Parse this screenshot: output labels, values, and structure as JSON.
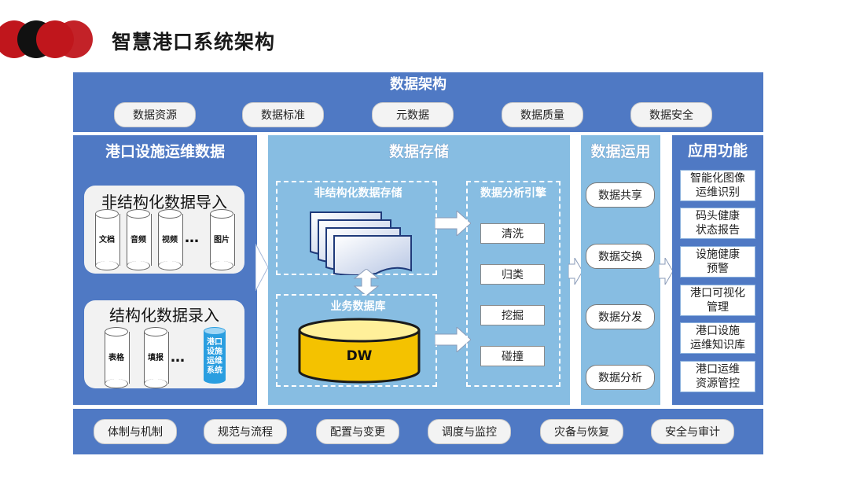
{
  "title": "智慧港口系统架构",
  "colors": {
    "primary": "#4f79c4",
    "light": "#87bde2",
    "logo_red": "#c0161c",
    "logo_black": "#111111"
  },
  "data_architecture": {
    "title": "数据架构",
    "items": [
      "数据资源",
      "数据标准",
      "元数据",
      "数据质量",
      "数据安全"
    ]
  },
  "port_facility_data": {
    "title": "港口设施运维数据",
    "unstructured": {
      "title": "非结构化数据导入",
      "items": [
        "文档",
        "音频",
        "视频",
        "图片"
      ],
      "ellipsis": "…"
    },
    "structured": {
      "title": "结构化数据录入",
      "items": [
        "表格",
        "填报"
      ],
      "ellipsis": "…",
      "highlight": "港口设施运维系统"
    }
  },
  "data_storage": {
    "title": "数据存储",
    "unstructured_store": "非结构化数据存储",
    "business_db": "业务数据库",
    "dw": "DW",
    "engine": {
      "title": "数据分析引擎",
      "items": [
        "清洗",
        "归类",
        "挖掘",
        "碰撞"
      ]
    }
  },
  "data_application": {
    "title": "数据运用",
    "items": [
      "数据共享",
      "数据交换",
      "数据分发",
      "数据分析"
    ]
  },
  "app_functions": {
    "title": "应用功能",
    "items": [
      {
        "line1": "智能化图像",
        "line2": "运维识别"
      },
      {
        "line1": "码头健康",
        "line2": "状态报告"
      },
      {
        "line1": "设施健康",
        "line2": "预警"
      },
      {
        "line1": "港口可视化",
        "line2": "管理"
      },
      {
        "line1": "港口设施",
        "line2": "运维知识库"
      },
      {
        "line1": "港口运维",
        "line2": "资源管控"
      }
    ]
  },
  "bottom": {
    "items": [
      "体制与机制",
      "规范与流程",
      "配置与变更",
      "调度与监控",
      "灾备与恢复",
      "安全与审计"
    ]
  }
}
